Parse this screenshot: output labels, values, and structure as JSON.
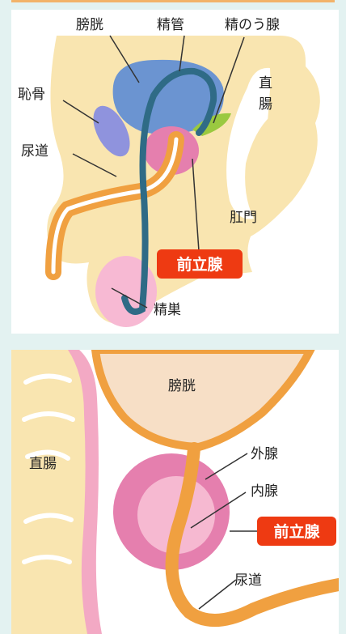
{
  "colors": {
    "page_background": "#e3f2f1",
    "panel_background": "#ffffff",
    "body_tissue": "#f9e5b0",
    "bladder_side": "#6b94d1",
    "pubic_bone": "#8f93dd",
    "urethra_duct": "#f0a040",
    "prostate_pink": "#e57fae",
    "testis_pink": "#f7b9d3",
    "vas_deferens": "#2f6b86",
    "seminal_vesicle": "#9ac940",
    "rectum_section": "#f3a9c4",
    "bladder_section": "#f7dfc6",
    "outer_gland": "#e57fae",
    "inner_gland": "#f6b9d1",
    "highlight_tag": "#ee3a12"
  },
  "side_view": {
    "labels": {
      "bladder": "膀胱",
      "vas_deferens": "精管",
      "seminal_vesicle": "精のう腺",
      "pubic_bone": "恥骨",
      "rectum": "直腸",
      "urethra": "尿道",
      "anus": "肛門",
      "prostate": "前立腺",
      "testis": "精巣"
    }
  },
  "section_view": {
    "labels": {
      "bladder": "膀胱",
      "rectum": "直腸",
      "outer_gland": "外腺",
      "inner_gland": "内腺",
      "prostate": "前立腺",
      "urethra": "尿道"
    }
  }
}
